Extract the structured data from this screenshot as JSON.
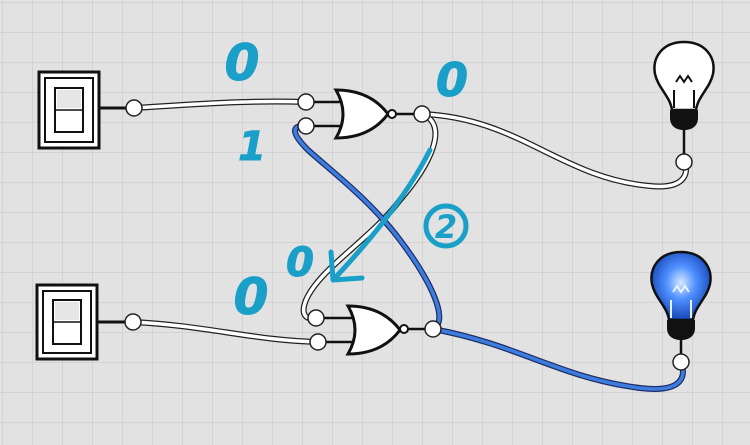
{
  "colors": {
    "wire_on": "#3d7de0",
    "wire_off": "#ffffff",
    "annotation": "#1a9fc9",
    "bulb_on": "#2f74e8",
    "bulb_off": "#ffffff"
  },
  "annotations": {
    "top_input": "0",
    "feedback_input": "1",
    "top_output": "0",
    "step_marker": "2",
    "bottom_feedback": "0",
    "bottom_input": "0"
  },
  "components": {
    "switches": [
      {
        "name": "top",
        "state": "off"
      },
      {
        "name": "bottom",
        "state": "off"
      }
    ],
    "gates": [
      {
        "name": "top",
        "type": "NOR"
      },
      {
        "name": "bottom",
        "type": "NOR"
      }
    ],
    "bulbs": [
      {
        "name": "top",
        "lit": false
      },
      {
        "name": "bottom",
        "lit": true
      }
    ]
  }
}
